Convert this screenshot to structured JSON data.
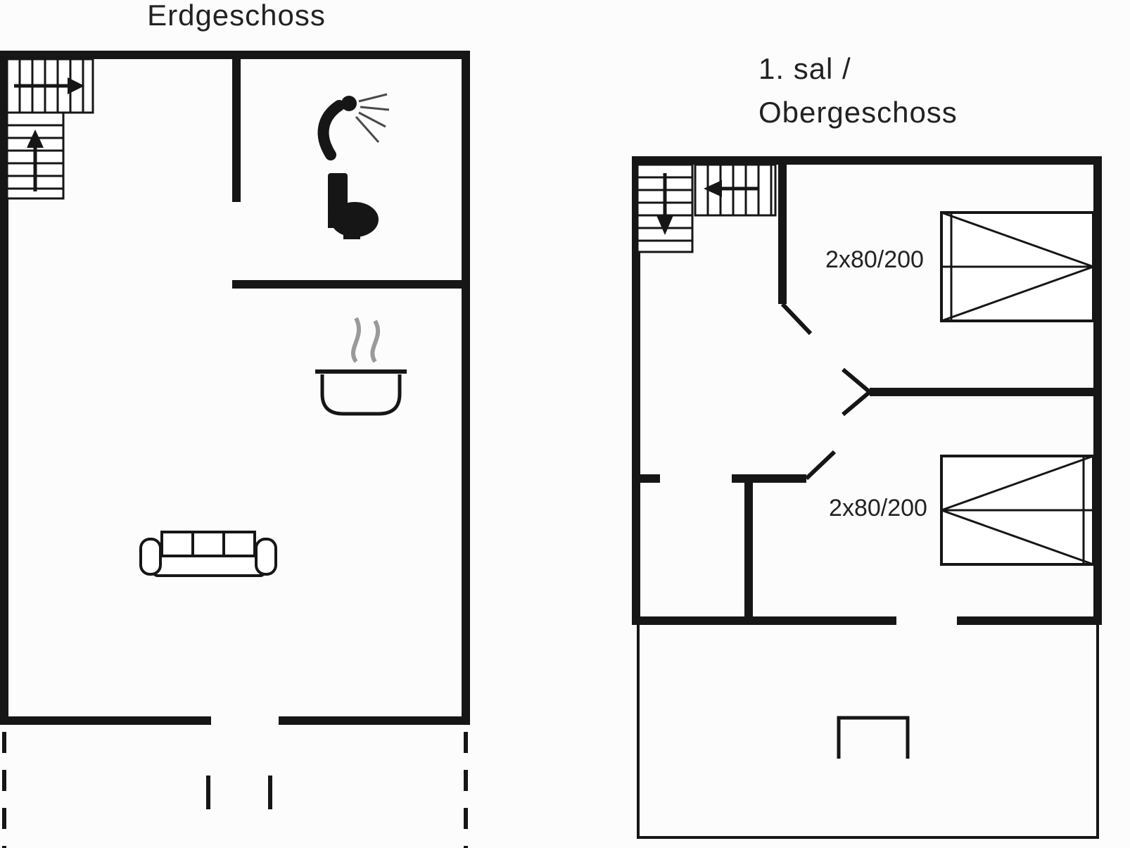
{
  "page": {
    "background": "#fcfcfc",
    "line_color": "#161616",
    "steam_color": "#9a9a9a",
    "text_color": "#222222"
  },
  "ground_floor": {
    "title": "Erdgeschoss",
    "icons": {
      "stairs": "stairs-up-arrow-icon",
      "shower": "shower-head-icon",
      "toilet": "toilet-icon",
      "stove": "cooking-pot-steam-icon",
      "sofa": "sofa-icon",
      "terrace": "dashed-terrace-boundary"
    }
  },
  "upper_floor": {
    "title_line1": "1. sal /",
    "title_line2": "Obergeschoss",
    "beds": [
      {
        "label": "2x80/200"
      },
      {
        "label": "2x80/200"
      }
    ],
    "icons": {
      "stairs": "stairs-down-arrow-icon",
      "doors": "door-swing-icon",
      "balcony": "balcony-outline"
    }
  }
}
